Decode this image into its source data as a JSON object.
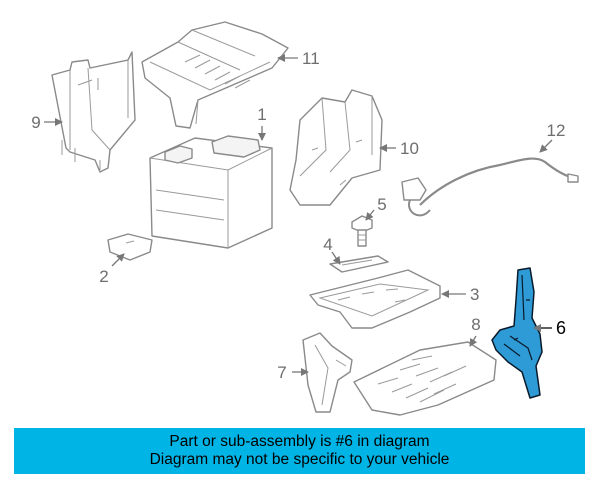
{
  "callouts": [
    "1",
    "2",
    "3",
    "4",
    "5",
    "6",
    "7",
    "8",
    "9",
    "10",
    "11",
    "12"
  ],
  "highlighted_callout": "6",
  "colors": {
    "highlight": "#2e9bd6",
    "banner": "#00b4e6",
    "line_art": "#8a8a8a"
  },
  "banner": {
    "line1": "Part or sub-assembly is #6 in diagram",
    "line2": "Diagram may not be specific to your vehicle"
  }
}
